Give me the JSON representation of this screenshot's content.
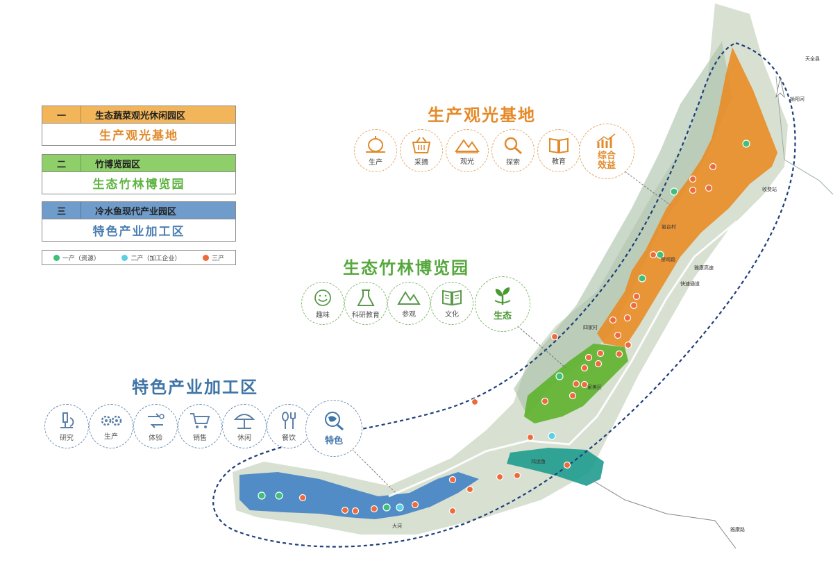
{
  "legend": {
    "zones": [
      {
        "num": "一",
        "name": "生态蔬菜观光休闲园区",
        "sub": "生产观光基地",
        "color": "#f3b55a"
      },
      {
        "num": "二",
        "name": "竹博览园区",
        "sub": "生态竹林博览园",
        "color": "#8fcf6a"
      },
      {
        "num": "三",
        "name": "冷水鱼现代产业园区",
        "sub": "特色产业加工区",
        "color": "#6f9ccb"
      }
    ],
    "dots": [
      {
        "label": "一产（资源）",
        "color": "#3cc07a"
      },
      {
        "label": "二产（加工企业）",
        "color": "#5ccfe0"
      },
      {
        "label": "三产",
        "color": "#ef6a3a"
      }
    ]
  },
  "sections": {
    "production": {
      "title": "生产观光基地",
      "icons": [
        {
          "label": "生产",
          "icon": "farm-tools-icon"
        },
        {
          "label": "采摘",
          "icon": "basket-icon"
        },
        {
          "label": "观光",
          "icon": "mountain-icon"
        },
        {
          "label": "探索",
          "icon": "magnifier-icon"
        },
        {
          "label": "教育",
          "icon": "book-icon"
        }
      ],
      "highlight": "综合\n效益",
      "highlight_l1": "综合",
      "highlight_l2": "效益"
    },
    "bamboo": {
      "title": "生态竹林博览园",
      "icons": [
        {
          "label": "趣味",
          "icon": "smile-icon"
        },
        {
          "label": "科研教育",
          "icon": "flask-icon"
        },
        {
          "label": "参观",
          "icon": "mountain-icon"
        },
        {
          "label": "文化",
          "icon": "open-book-icon"
        }
      ],
      "highlight": "生态"
    },
    "processing": {
      "title": "特色产业加工区",
      "icons": [
        {
          "label": "研究",
          "icon": "microscope-icon"
        },
        {
          "label": "生产",
          "icon": "gears-icon"
        },
        {
          "label": "体验",
          "icon": "exchange-icon"
        },
        {
          "label": "销售",
          "icon": "cart-icon"
        },
        {
          "label": "休闲",
          "icon": "umbrella-icon"
        },
        {
          "label": "餐饮",
          "icon": "utensils-icon"
        }
      ],
      "highlight": "特色"
    }
  },
  "map_labels": {
    "top_right": "天全县",
    "river": "始阳河",
    "station": "收费站",
    "village1": "岩台村",
    "village2": "禁司路",
    "road1": "雅康高速",
    "road2": "快速通道",
    "village3": "四家村",
    "farm": "家美区",
    "factory": "鸿运鱼",
    "town": "大河",
    "bottom": "雅康路"
  },
  "colors": {
    "orange_zone": "#e98a20",
    "green_zone": "#5fb32e",
    "blue_zone": "#3f7fc4",
    "teal_zone": "#1f9c8e",
    "boundary": "#1f3f7a"
  }
}
